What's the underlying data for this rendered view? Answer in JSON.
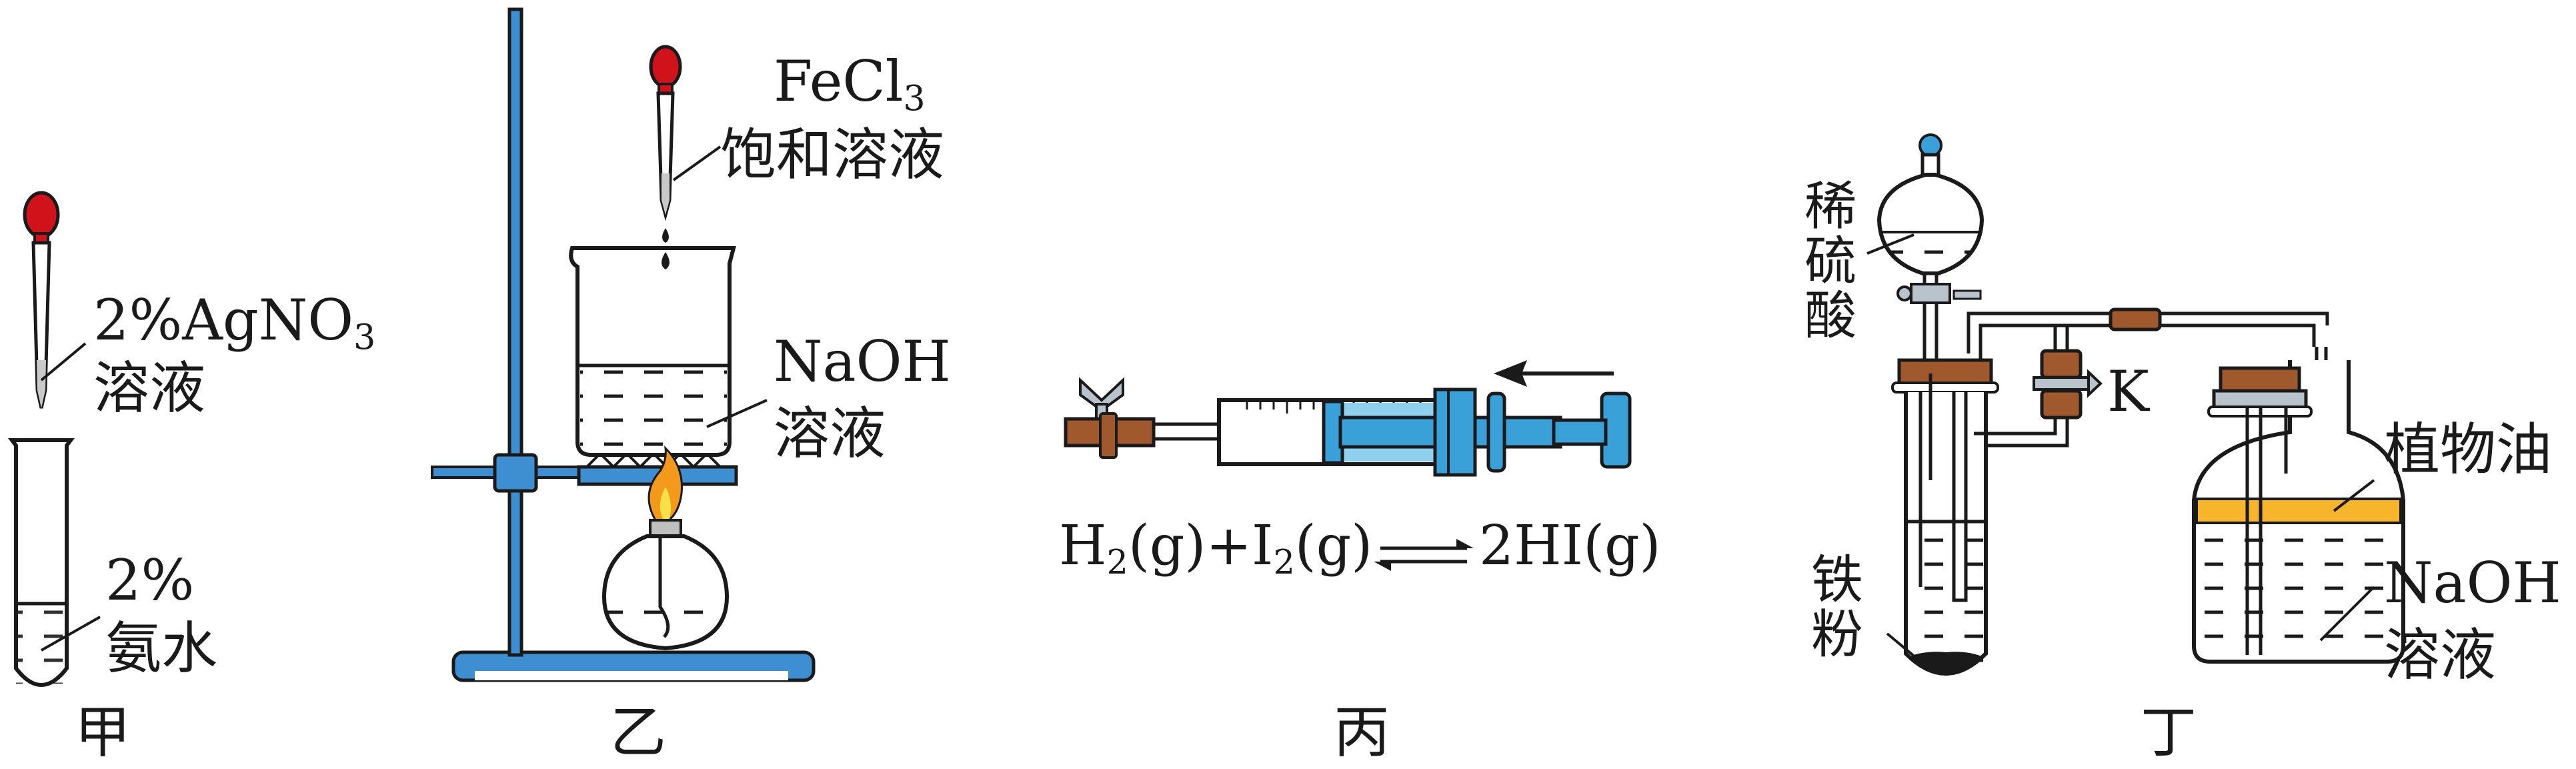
{
  "panels": {
    "jia": {
      "caption": "甲",
      "reagent_top": "2%AgNO",
      "reagent_top_sub": "3",
      "reagent_top_line2": "溶液",
      "reagent_bottom": "2%",
      "reagent_bottom_line2": "氨水"
    },
    "yi": {
      "caption": "乙",
      "dropper_reagent": "FeCl",
      "dropper_reagent_sub": "3",
      "dropper_reagent_line2": "饱和溶液",
      "beaker_reagent": "NaOH",
      "beaker_reagent_line2": "溶液"
    },
    "bing": {
      "caption": "丙",
      "eq_left_1": "H",
      "eq_left_1_sub": "2",
      "eq_left_1_tail": "(g)+I",
      "eq_left_2_sub": "2",
      "eq_left_2_tail": "(g)",
      "eq_right": "2HI(g)"
    },
    "ding": {
      "caption": "丁",
      "funnel_reagent": "稀硫酸",
      "stopcock_label": "K",
      "oil_label": "植物油",
      "bottle_reagent": "NaOH",
      "bottle_reagent_line2": "溶液",
      "tube_reagent": "铁粉"
    }
  },
  "colors": {
    "stroke": "#1a1a1a",
    "stand_blue": "#3d8fd1",
    "syringe_blue": "#3aa0d8",
    "syringe_light": "#8fd0ef",
    "bulb_red": "#d0121b",
    "cork_brown": "#a0582d",
    "clamp_gray": "#b9c3cc",
    "oil_yellow": "#f7b52b",
    "flame_orange": "#f39a1c"
  }
}
